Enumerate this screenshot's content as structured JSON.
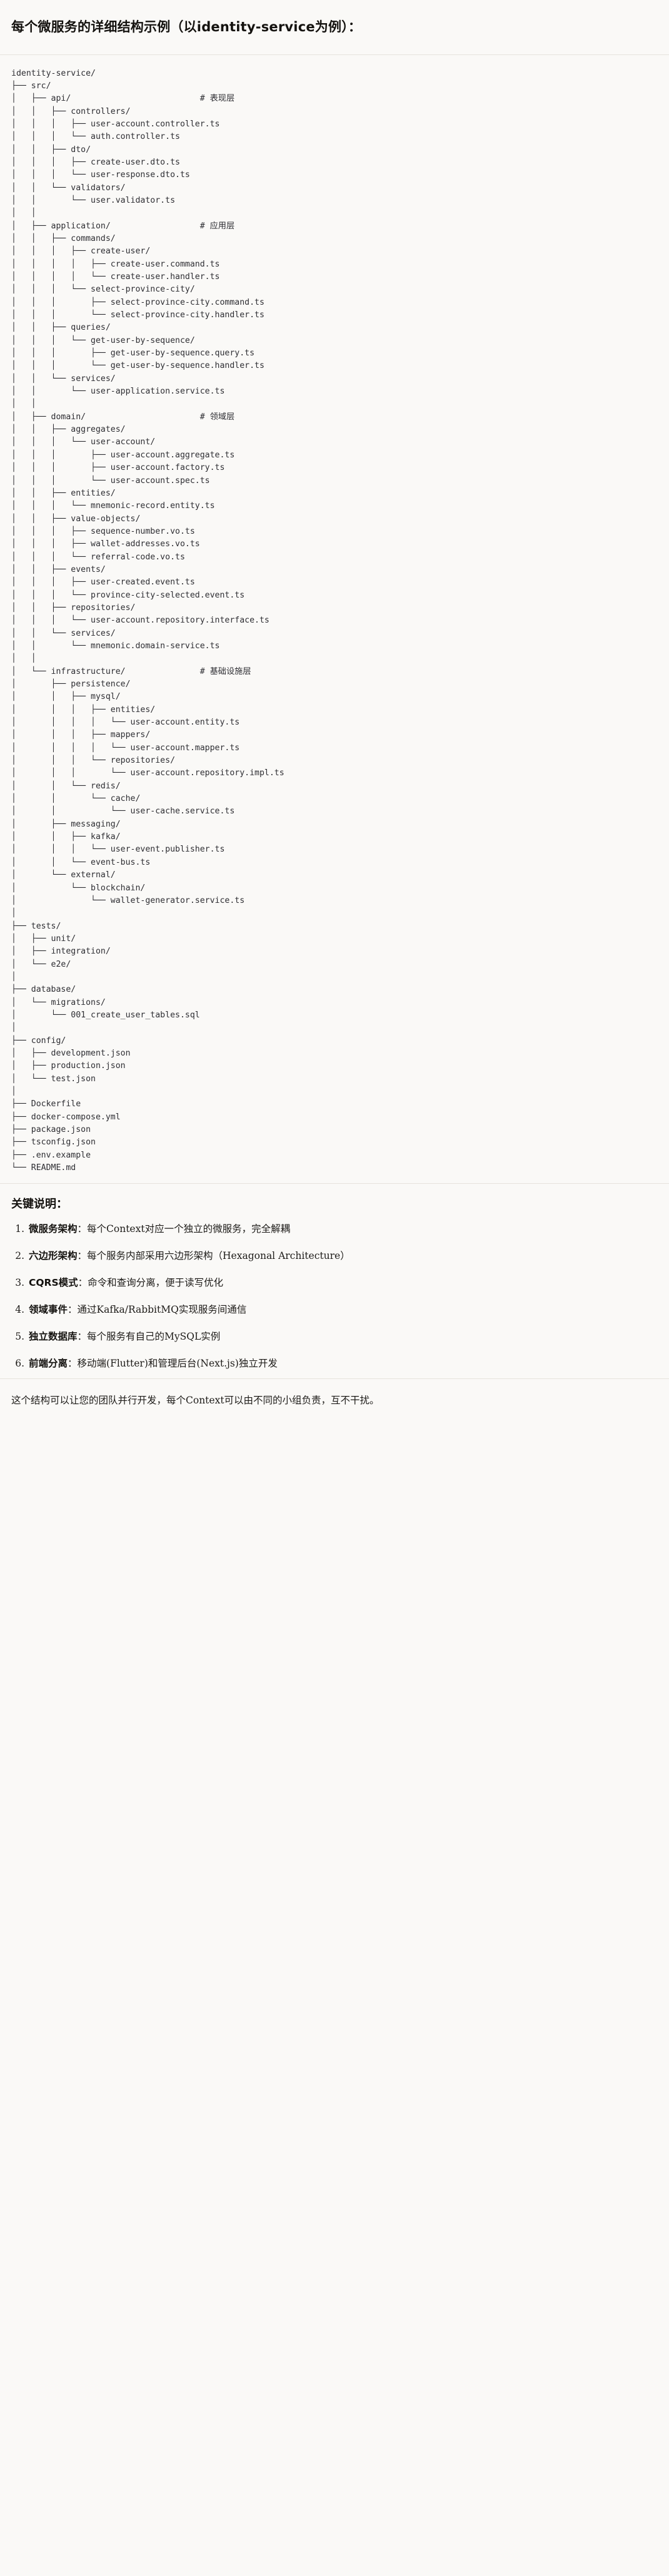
{
  "document": {
    "heading": "每个微服务的详细结构示例（以identity-service为例）：",
    "notes_title": "关键说明：",
    "closing": "这个结构可以让您的团队并行开发，每个Context可以由不同的小组负责，互不干扰。"
  },
  "tree": {
    "root": "identity-service/",
    "layer_comments": {
      "api": "# 表现层",
      "application": "# 应用层",
      "domain": "# 领域层",
      "infrastructure": "# 基础设施层"
    },
    "text": "identity-service/\n├── src/\n│   ├── api/                          # 表现层\n│   │   ├── controllers/\n│   │   │   ├── user-account.controller.ts\n│   │   │   └── auth.controller.ts\n│   │   ├── dto/\n│   │   │   ├── create-user.dto.ts\n│   │   │   └── user-response.dto.ts\n│   │   └── validators/\n│   │       └── user.validator.ts\n│   │\n│   ├── application/                  # 应用层\n│   │   ├── commands/\n│   │   │   ├── create-user/\n│   │   │   │   ├── create-user.command.ts\n│   │   │   │   └── create-user.handler.ts\n│   │   │   └── select-province-city/\n│   │   │       ├── select-province-city.command.ts\n│   │   │       └── select-province-city.handler.ts\n│   │   ├── queries/\n│   │   │   └── get-user-by-sequence/\n│   │   │       ├── get-user-by-sequence.query.ts\n│   │   │       └── get-user-by-sequence.handler.ts\n│   │   └── services/\n│   │       └── user-application.service.ts\n│   │\n│   ├── domain/                       # 领域层\n│   │   ├── aggregates/\n│   │   │   └── user-account/\n│   │   │       ├── user-account.aggregate.ts\n│   │   │       ├── user-account.factory.ts\n│   │   │       └── user-account.spec.ts\n│   │   ├── entities/\n│   │   │   └── mnemonic-record.entity.ts\n│   │   ├── value-objects/\n│   │   │   ├── sequence-number.vo.ts\n│   │   │   ├── wallet-addresses.vo.ts\n│   │   │   └── referral-code.vo.ts\n│   │   ├── events/\n│   │   │   ├── user-created.event.ts\n│   │   │   └── province-city-selected.event.ts\n│   │   ├── repositories/\n│   │   │   └── user-account.repository.interface.ts\n│   │   └── services/\n│   │       └── mnemonic.domain-service.ts\n│   │\n│   └── infrastructure/               # 基础设施层\n│       ├── persistence/\n│       │   ├── mysql/\n│       │   │   ├── entities/\n│       │   │   │   └── user-account.entity.ts\n│       │   │   ├── mappers/\n│       │   │   │   └── user-account.mapper.ts\n│       │   │   └── repositories/\n│       │   │       └── user-account.repository.impl.ts\n│       │   └── redis/\n│       │       └── cache/\n│       │           └── user-cache.service.ts\n│       ├── messaging/\n│       │   ├── kafka/\n│       │   │   └── user-event.publisher.ts\n│       │   └── event-bus.ts\n│       └── external/\n│           └── blockchain/\n│               └── wallet-generator.service.ts\n│\n├── tests/\n│   ├── unit/\n│   ├── integration/\n│   └── e2e/\n│\n├── database/\n│   └── migrations/\n│       └── 001_create_user_tables.sql\n│\n├── config/\n│   ├── development.json\n│   ├── production.json\n│   └── test.json\n│\n├── Dockerfile\n├── docker-compose.yml\n├── package.json\n├── tsconfig.json\n├── .env.example\n└── README.md"
  },
  "notes": [
    {
      "index": "1.",
      "term": "微服务架构",
      "sep": "：",
      "body": "每个Context对应一个独立的微服务，完全解耦"
    },
    {
      "index": "2.",
      "term": "六边形架构",
      "sep": "：",
      "body": "每个服务内部采用六边形架构（Hexagonal Architecture）"
    },
    {
      "index": "3.",
      "term": "CQRS模式",
      "sep": "：",
      "body": "命令和查询分离，便于读写优化"
    },
    {
      "index": "4.",
      "term": "领域事件",
      "sep": "：",
      "body": "通过Kafka/RabbitMQ实现服务间通信"
    },
    {
      "index": "5.",
      "term": "独立数据库",
      "sep": "：",
      "body": "每个服务有自己的MySQL实例"
    },
    {
      "index": "6.",
      "term": "前端分离",
      "sep": "：",
      "body": "移动端(Flutter)和管理后台(Next.js)独立开发"
    }
  ]
}
